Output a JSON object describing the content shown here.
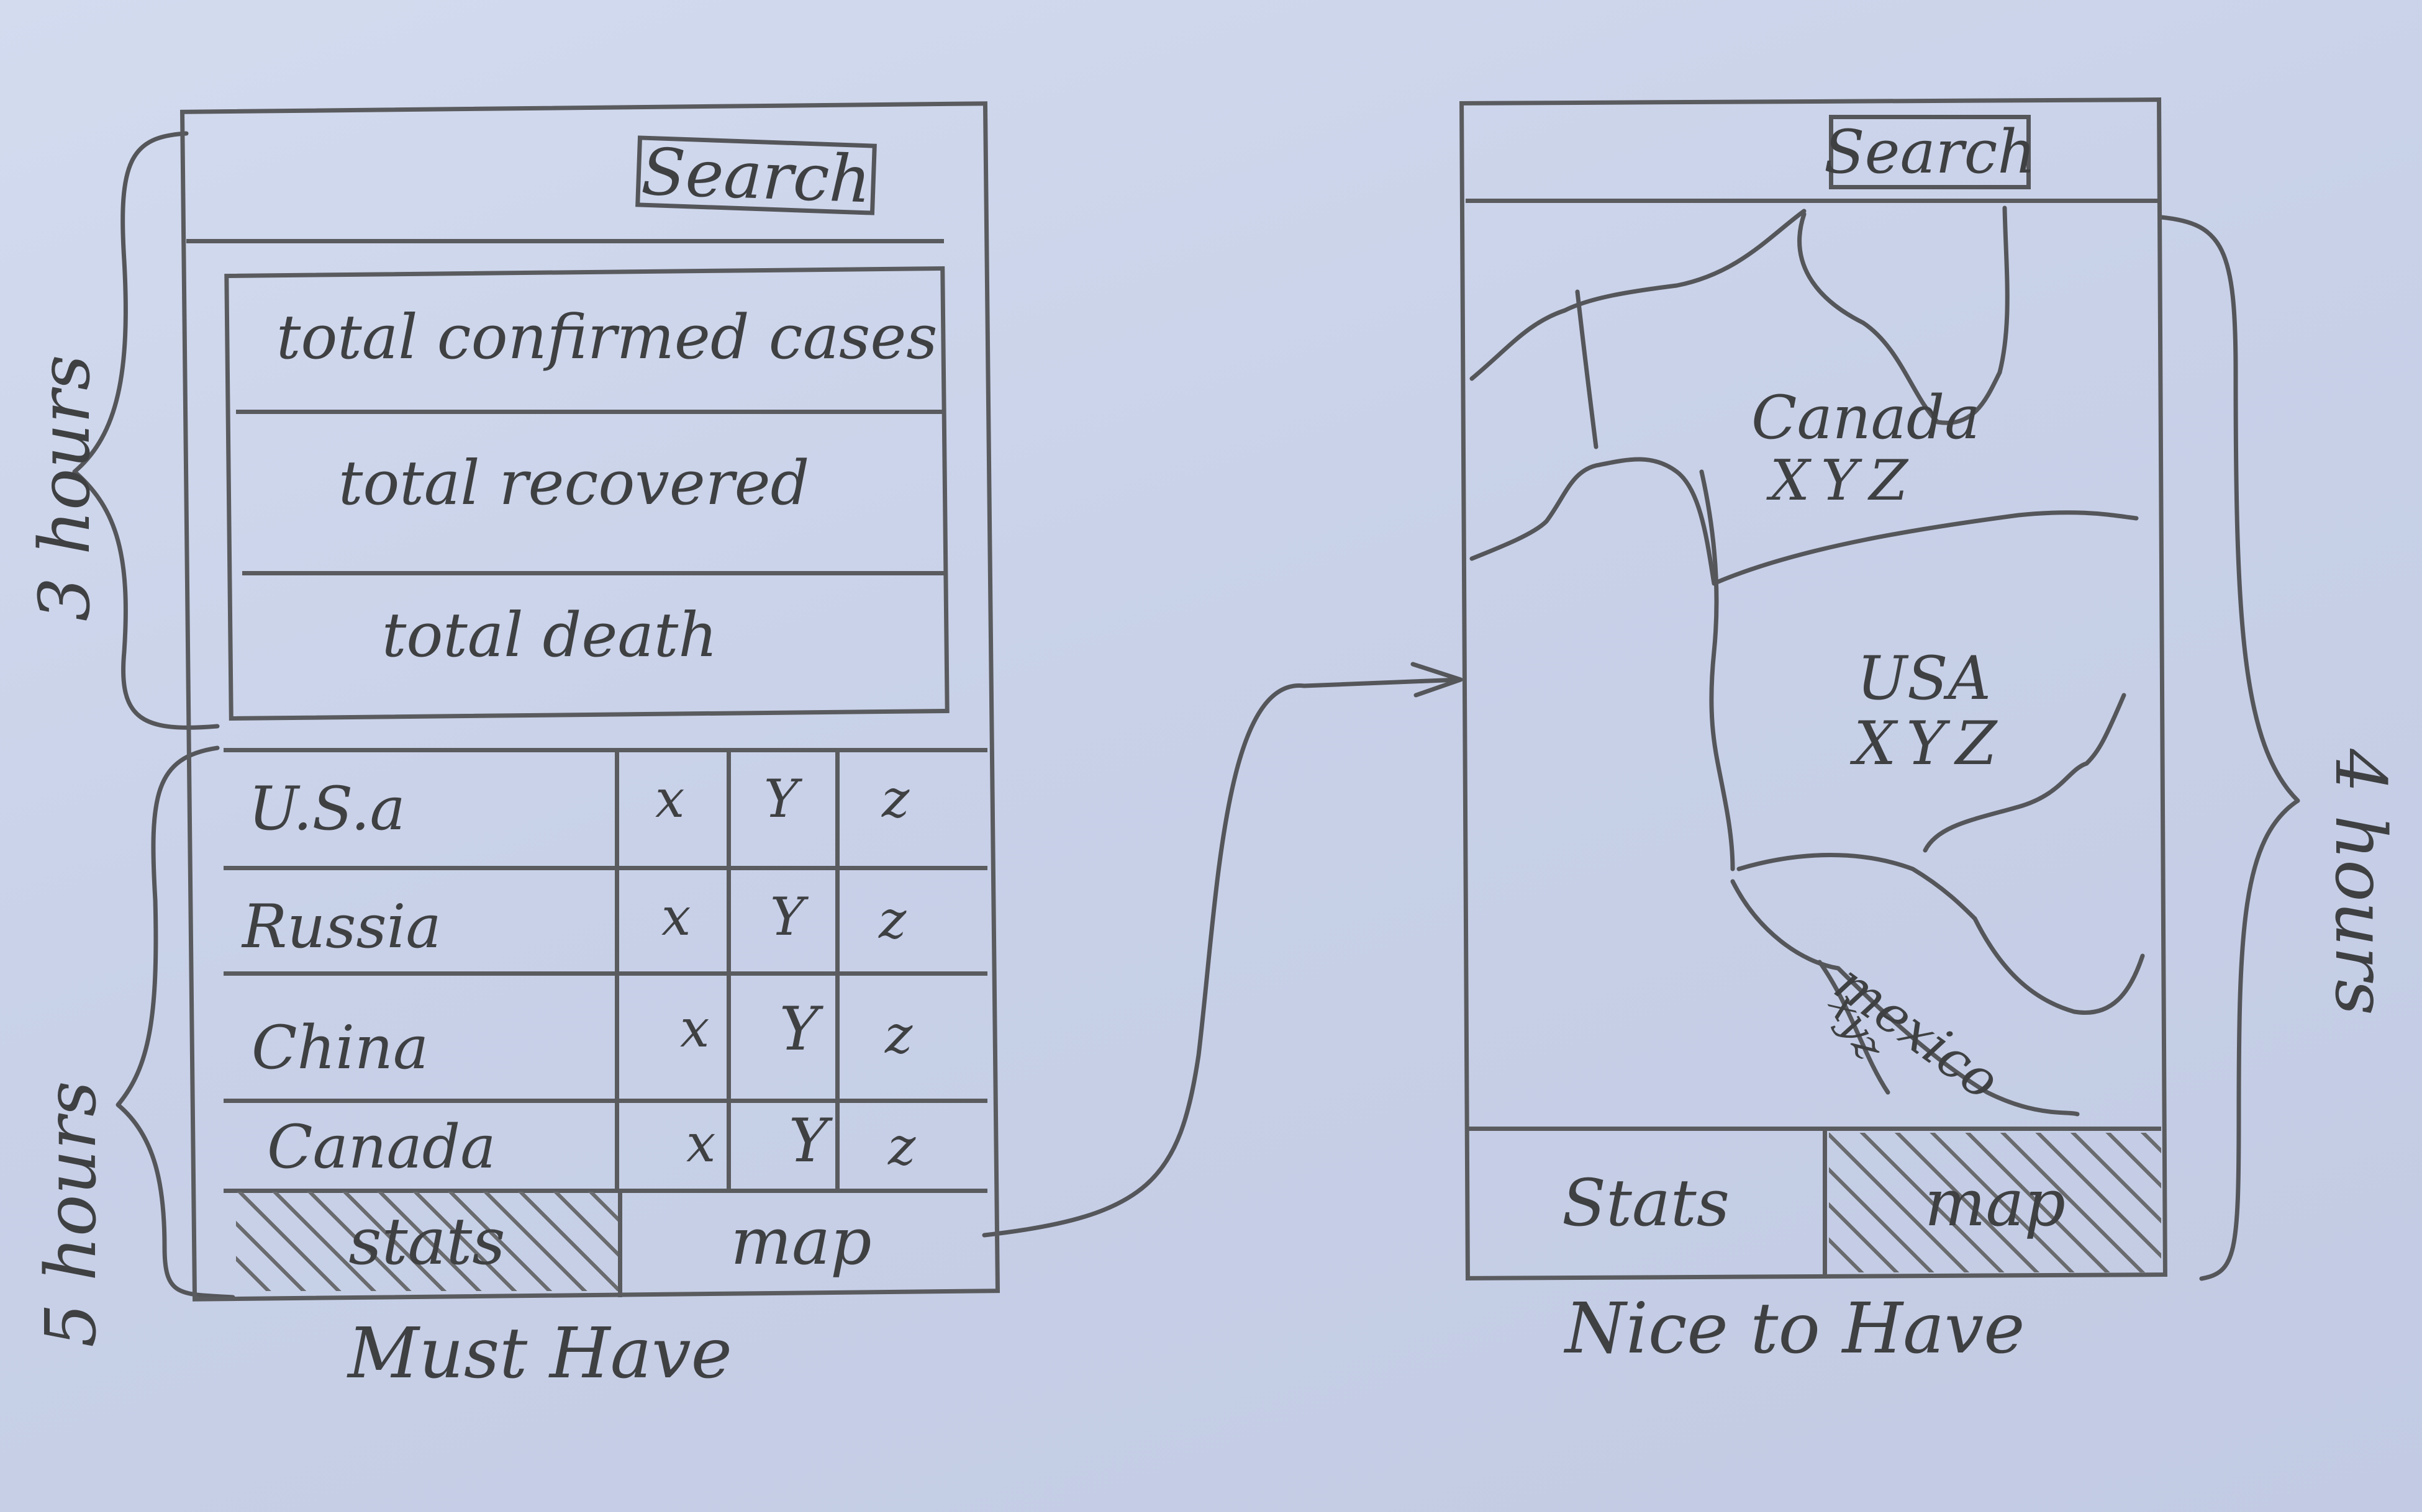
{
  "left_mockup": {
    "search_label": "Search",
    "summary_rows": [
      "total confirmed cases",
      "total recovered",
      "total death"
    ],
    "table": {
      "rows": [
        {
          "country": "U.S.a",
          "x": "x",
          "y": "Y",
          "z": "z"
        },
        {
          "country": "Russia",
          "x": "x",
          "y": "Y",
          "z": "z"
        },
        {
          "country": "China",
          "x": "x",
          "y": "Y",
          "z": "z"
        },
        {
          "country": "Canada",
          "x": "x",
          "y": "Y",
          "z": "z"
        }
      ]
    },
    "tabs": {
      "stats": "stats",
      "map": "map",
      "active": "stats"
    },
    "caption": "Must Have"
  },
  "right_mockup": {
    "search_label": "Search",
    "regions": [
      {
        "name": "Canada",
        "values": "XYZ"
      },
      {
        "name": "USA",
        "values": "XYZ"
      },
      {
        "name": "mexico",
        "values": "xyz"
      }
    ],
    "tabs": {
      "stats": "Stats",
      "map": "map",
      "active": "map"
    },
    "caption": "Nice to Have"
  },
  "estimates": {
    "top_left": "3 hours",
    "bottom_left": "5 hours",
    "right": "4 hours"
  },
  "colors": {
    "paper": "#c9d2e8",
    "ink": "#5a5b5e"
  }
}
